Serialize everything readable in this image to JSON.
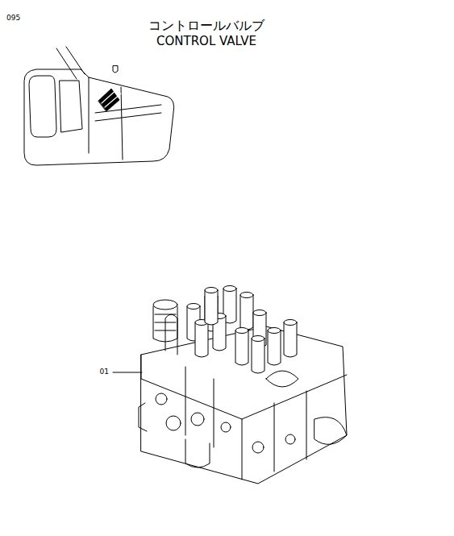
{
  "diagram": {
    "title": "コントロールバルブ",
    "labels": [
      "CONTROL VALVE",
      "095",
      "01"
    ]
  }
}
